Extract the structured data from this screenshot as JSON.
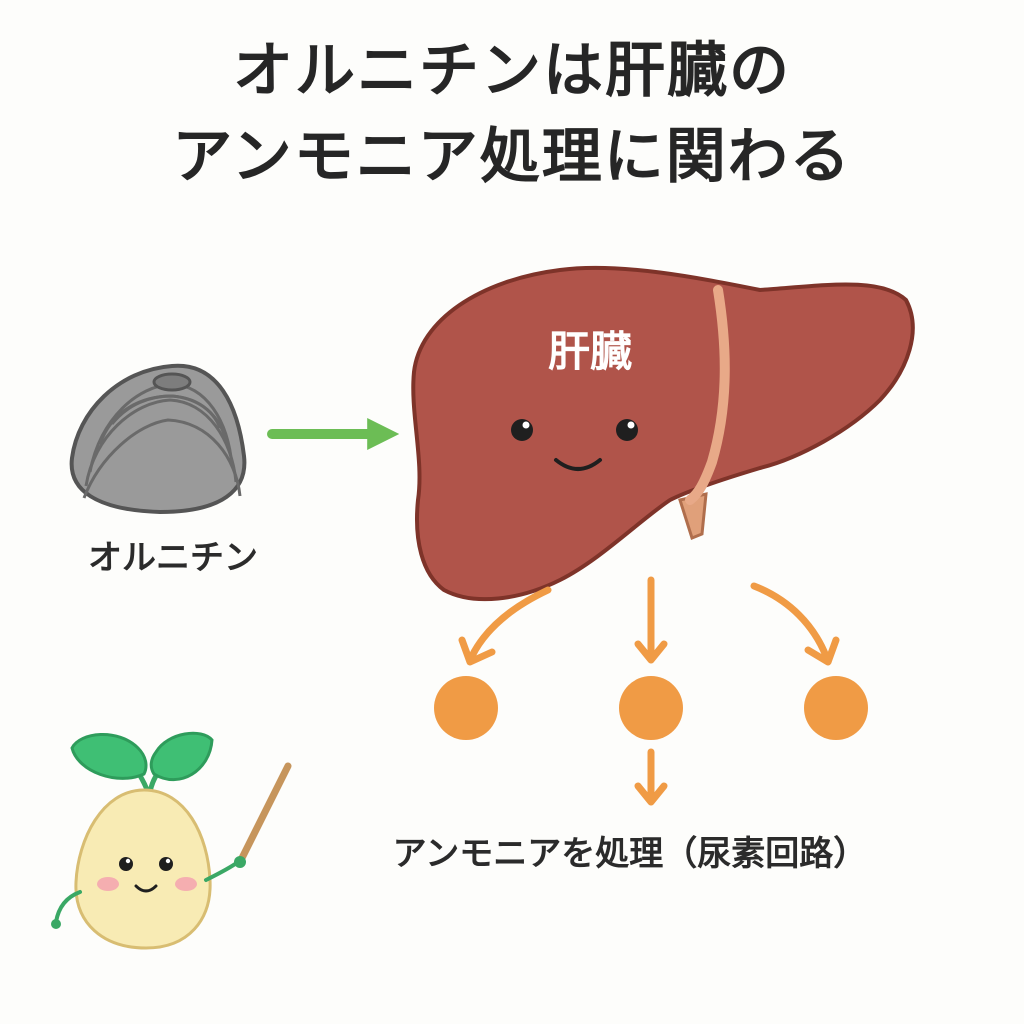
{
  "title": {
    "line1": "オルニチンは肝臓の",
    "line2": "アンモニア処理に関わる"
  },
  "diagram": {
    "source_label": "オルニチン",
    "organ_label": "肝臓",
    "result_label": "アンモニアを処理（尿素回路）"
  },
  "icons": {
    "source": "clam-icon",
    "organ": "liver-icon",
    "mascot": "sprout-mascot-icon"
  },
  "colors": {
    "liver": "#b0544a",
    "liver_outline": "#7e3329",
    "input_arrow": "#6cbd55",
    "output": "#f09b45",
    "clam": "#8f8f8f",
    "leaf": "#3fbf74",
    "mascot_body": "#f8ebb4"
  }
}
